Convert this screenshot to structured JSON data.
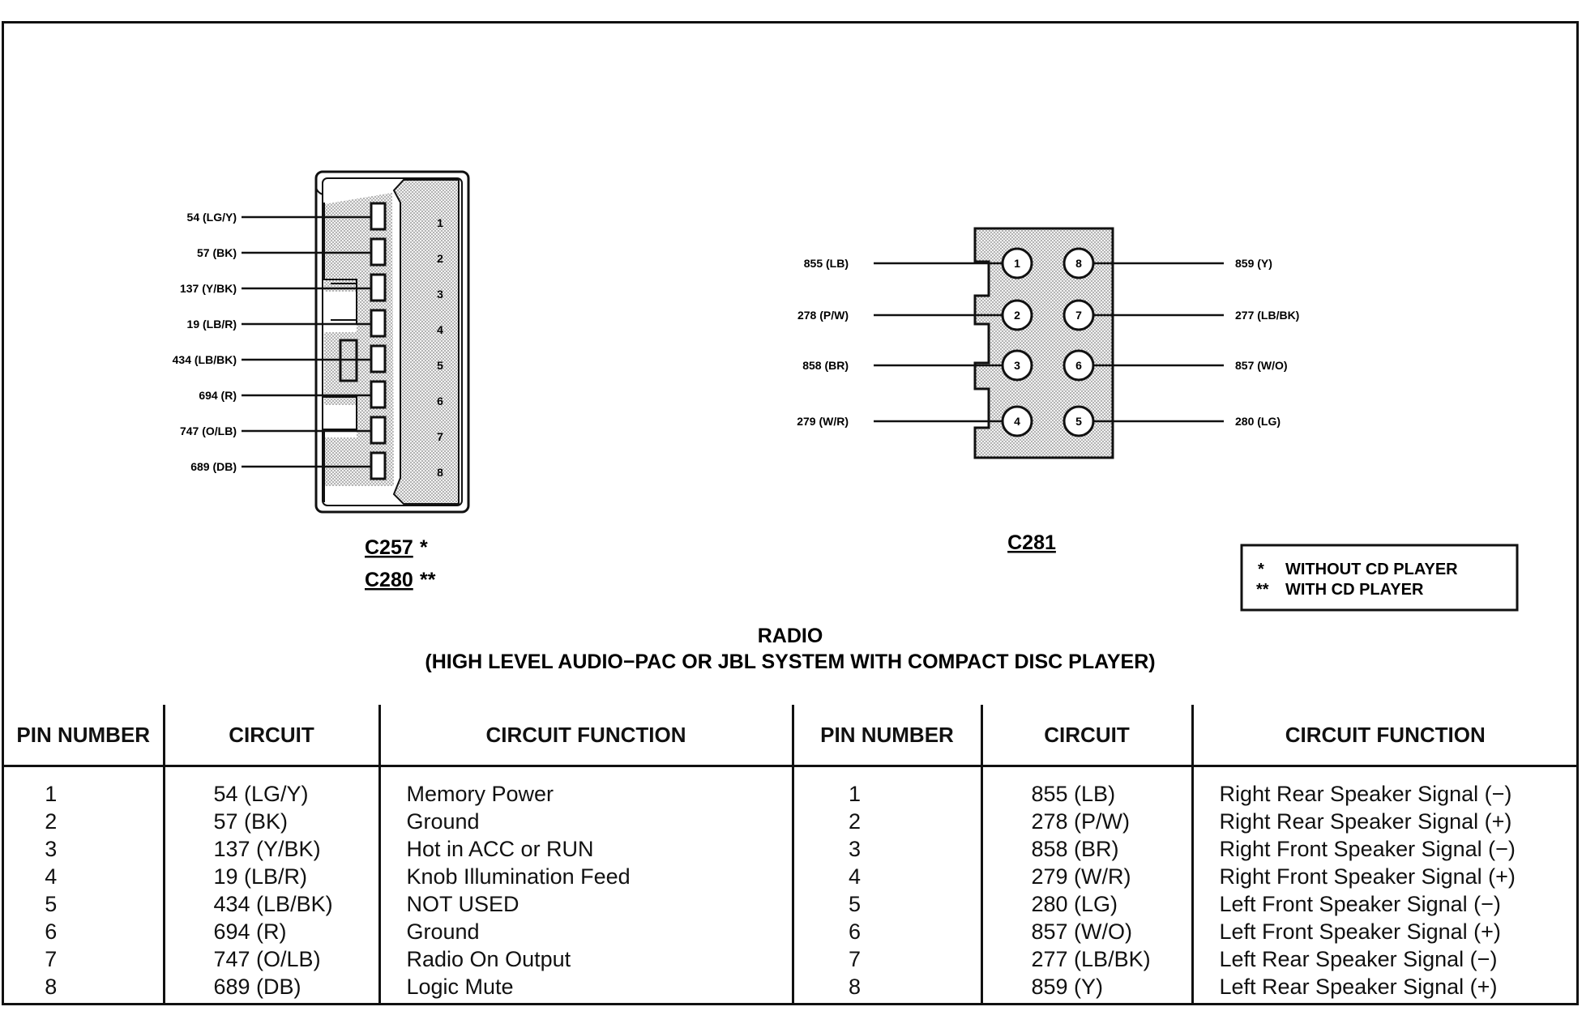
{
  "left_connector": {
    "labels": [
      "C257",
      "C280"
    ],
    "stars": [
      "*",
      "**"
    ],
    "wires": [
      "54 (LG/Y)",
      "57 (BK)",
      "137 (Y/BK)",
      "19 (LB/R)",
      "434 (LB/BK)",
      "694 (R)",
      "747 (O/LB)",
      "689 (DB)"
    ],
    "pin_numbers": [
      "1",
      "2",
      "3",
      "4",
      "5",
      "6",
      "7",
      "8"
    ]
  },
  "right_connector": {
    "label": "C281",
    "left_wires": [
      "855 (LB)",
      "278 (P/W)",
      "858 (BR)",
      "279 (W/R)"
    ],
    "right_wires": [
      "859 (Y)",
      "277 (LB/BK)",
      "857 (W/O)",
      "280 (LG)"
    ],
    "left_pins": [
      "1",
      "2",
      "3",
      "4"
    ],
    "right_pins": [
      "8",
      "7",
      "6",
      "5"
    ]
  },
  "legend": {
    "line1_mark": "*",
    "line1_text": "WITHOUT CD PLAYER",
    "line2_mark": "**",
    "line2_text": "WITH CD PLAYER"
  },
  "title": {
    "line1": "RADIO",
    "line2": "(HIGH LEVEL AUDIO−PAC OR JBL SYSTEM WITH COMPACT DISC PLAYER)"
  },
  "table": {
    "headers": [
      "PIN NUMBER",
      "CIRCUIT",
      "CIRCUIT FUNCTION",
      "PIN NUMBER",
      "CIRCUIT",
      "CIRCUIT FUNCTION"
    ],
    "left_rows": [
      {
        "pin": "1",
        "circuit": "54 (LG/Y)",
        "function": "Memory Power"
      },
      {
        "pin": "2",
        "circuit": "57 (BK)",
        "function": "Ground"
      },
      {
        "pin": "3",
        "circuit": "137 (Y/BK)",
        "function": "Hot in ACC or RUN"
      },
      {
        "pin": "4",
        "circuit": "19 (LB/R)",
        "function": "Knob Illumination Feed"
      },
      {
        "pin": "5",
        "circuit": "434 (LB/BK)",
        "function": "NOT USED"
      },
      {
        "pin": "6",
        "circuit": "694 (R)",
        "function": "Ground"
      },
      {
        "pin": "7",
        "circuit": "747 (O/LB)",
        "function": "Radio On Output"
      },
      {
        "pin": "8",
        "circuit": "689 (DB)",
        "function": "Logic Mute"
      }
    ],
    "right_rows": [
      {
        "pin": "1",
        "circuit": "855 (LB)",
        "function": "Right Rear Speaker Signal (−)"
      },
      {
        "pin": "2",
        "circuit": "278 (P/W)",
        "function": "Right Rear Speaker Signal (+)"
      },
      {
        "pin": "3",
        "circuit": "858 (BR)",
        "function": "Right Front Speaker Signal (−)"
      },
      {
        "pin": "4",
        "circuit": "279 (W/R)",
        "function": "Right Front Speaker Signal (+)"
      },
      {
        "pin": "5",
        "circuit": "280 (LG)",
        "function": "Left Front Speaker Signal (−)"
      },
      {
        "pin": "6",
        "circuit": "857 (W/O)",
        "function": "Left Front Speaker Signal (+)"
      },
      {
        "pin": "7",
        "circuit": "277 (LB/BK)",
        "function": "Left Rear Speaker Signal (−)"
      },
      {
        "pin": "8",
        "circuit": "859 (Y)",
        "function": "Left Rear Speaker Signal (+)"
      }
    ]
  }
}
